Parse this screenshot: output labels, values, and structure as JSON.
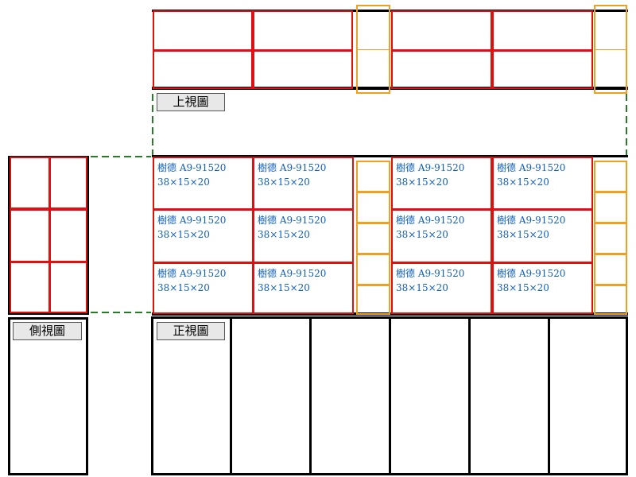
{
  "views": {
    "top_label": "上視圖",
    "side_label": "側視圖",
    "front_label": "正視圖"
  },
  "drawer_label": {
    "model": "樹德 A9-91520",
    "size": "38×15×20"
  },
  "colors": {
    "outline": "#000000",
    "drawer": "#e01010",
    "spacer": "#f0a020",
    "guide": "#2a7a2a",
    "label_text": "#1060c0"
  }
}
